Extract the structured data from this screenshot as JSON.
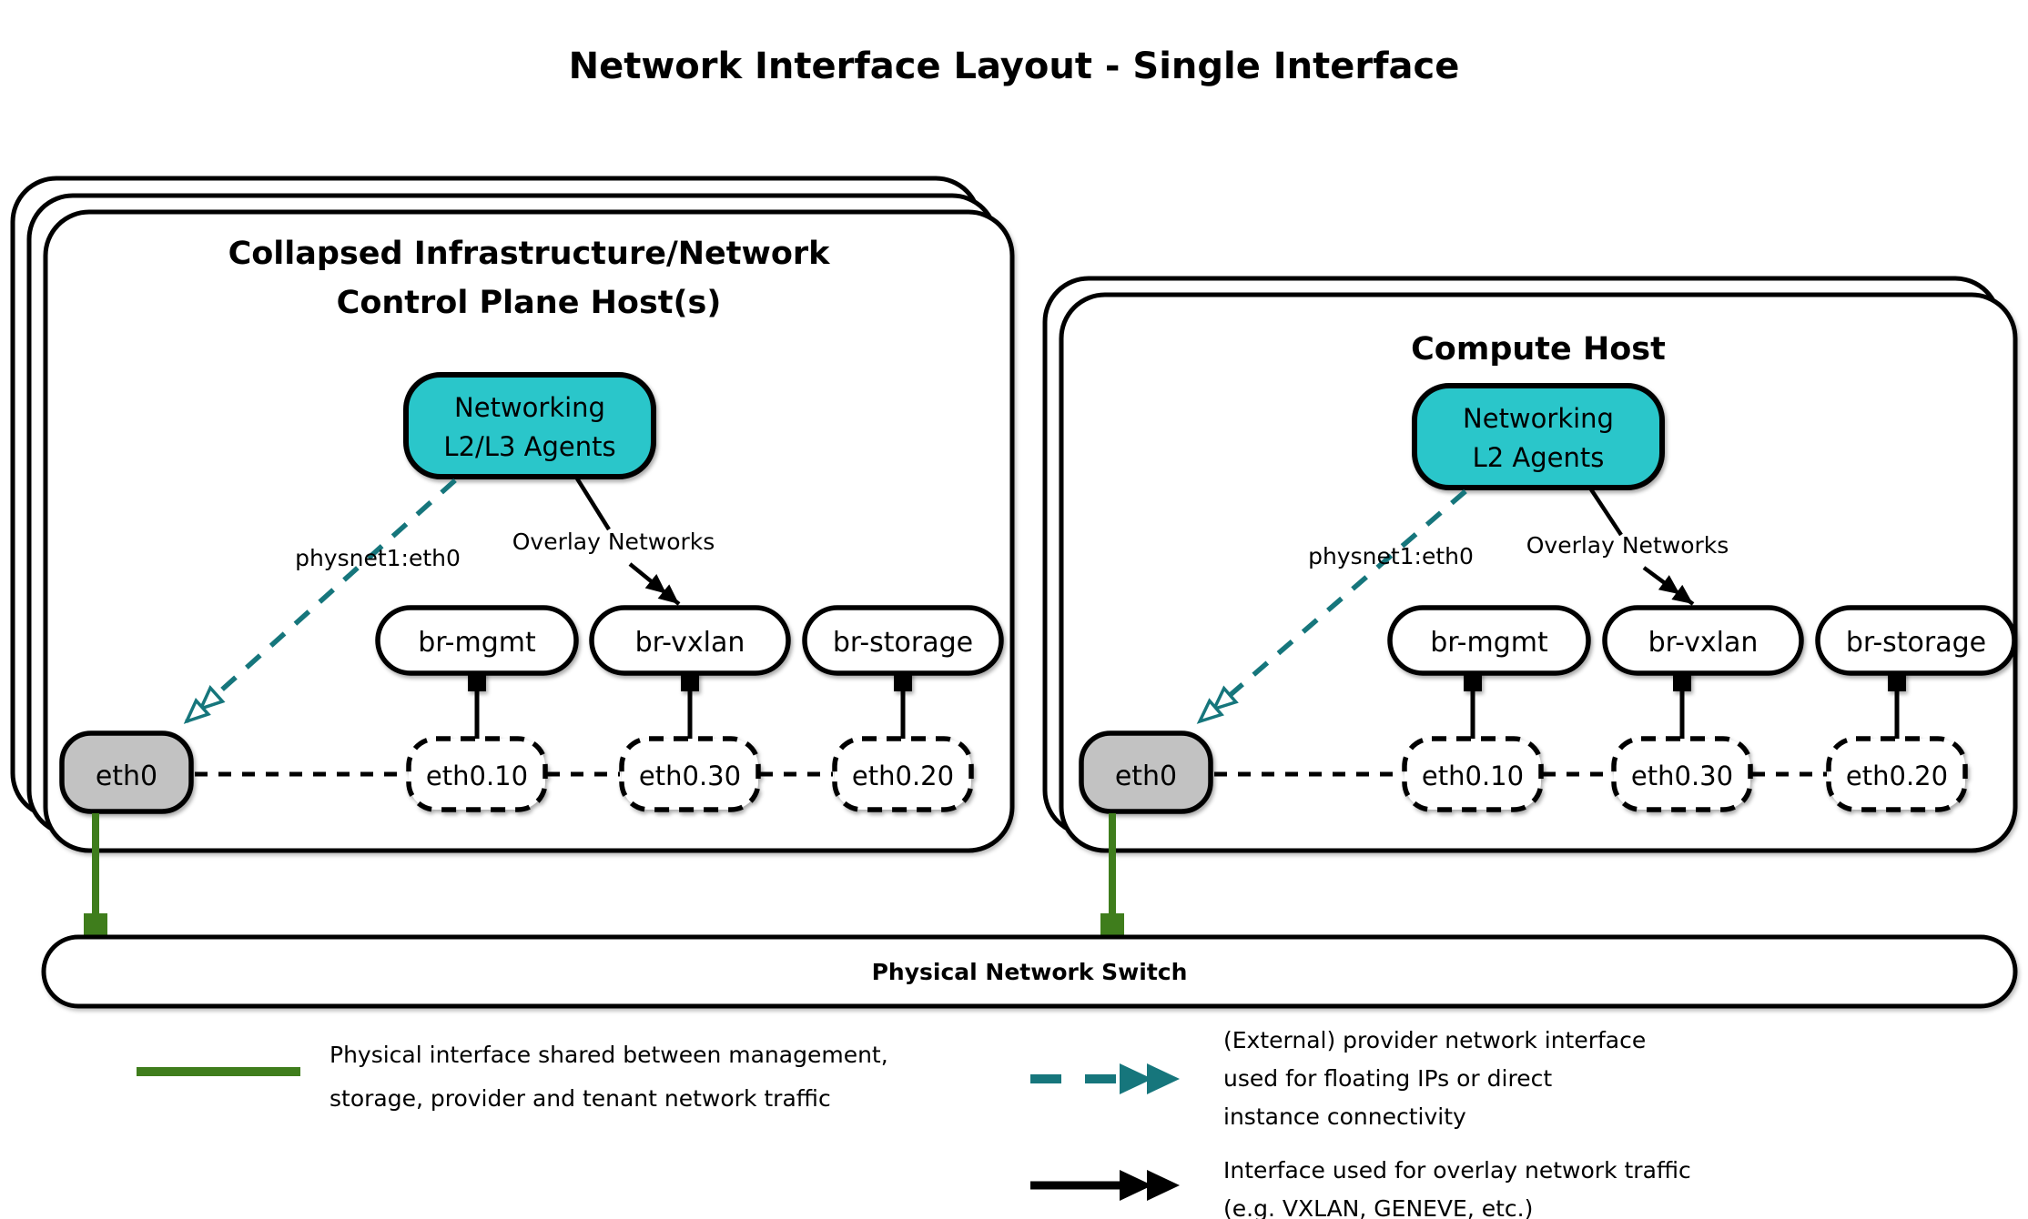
{
  "title": "Network Interface Layout - Single Interface",
  "colors": {
    "teal_fill": "#2AC6CA",
    "teal_line": "#16767C",
    "green": "#3F7D1C",
    "gray_fill": "#C2C2C2"
  },
  "hosts": [
    {
      "title": [
        "Collapsed Infrastructure/Network",
        "Control Plane Host(s)"
      ],
      "agent": [
        "Networking",
        "L2/L3 Agents"
      ],
      "provider_label": "physnet1:eth0",
      "overlay_label": "Overlay Networks",
      "bridges": [
        "br-mgmt",
        "br-vxlan",
        "br-storage"
      ],
      "phys_interface": "eth0",
      "vlan_interfaces": [
        "eth0.10",
        "eth0.30",
        "eth0.20"
      ]
    },
    {
      "title": [
        "Compute Host"
      ],
      "agent": [
        "Networking",
        "L2 Agents"
      ],
      "provider_label": "physnet1:eth0",
      "overlay_label": "Overlay Networks",
      "bridges": [
        "br-mgmt",
        "br-vxlan",
        "br-storage"
      ],
      "phys_interface": "eth0",
      "vlan_interfaces": [
        "eth0.10",
        "eth0.30",
        "eth0.20"
      ]
    }
  ],
  "switch": {
    "label": "Physical Network Switch"
  },
  "legend": [
    {
      "swatch": "green-solid-line",
      "lines": [
        "Physical interface shared between management,",
        "storage, provider and tenant network traffic"
      ]
    },
    {
      "swatch": "teal-dashed-double-arrow",
      "lines": [
        "(External) provider network interface",
        "used for floating IPs or direct",
        "instance connectivity"
      ]
    },
    {
      "swatch": "black-solid-double-arrow",
      "lines": [
        "Interface used for overlay network traffic",
        "(e.g. VXLAN, GENEVE, etc.)"
      ]
    }
  ]
}
